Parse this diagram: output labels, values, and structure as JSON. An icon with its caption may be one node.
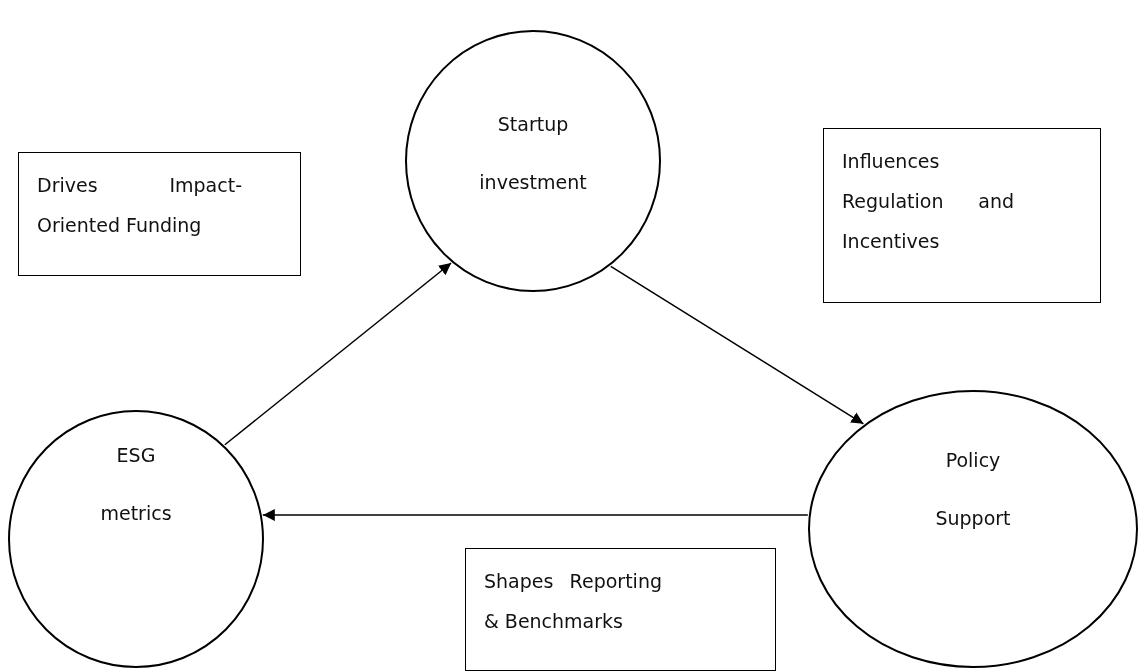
{
  "diagram": {
    "nodes": [
      {
        "text": [
          "Startup investment"
        ]
      },
      {
        "text": [
          "Drives Impact-Oriented Funding"
        ]
      },
      {
        "text": [
          "Influences Regulation and Incentives"
        ]
      },
      {
        "text": [
          "ESG metrics"
        ]
      },
      {
        "text": [
          "Policy Support"
        ]
      },
      {
        "text": [
          "Shapes Reporting & Benchmarks"
        ]
      }
    ],
    "edges": [
      {
        "from": 3,
        "to": 0,
        "arrow": "to"
      },
      {
        "from": 0,
        "to": 4,
        "arrow": "to"
      },
      {
        "from": 4,
        "to": 3,
        "arrow": "to"
      }
    ]
  }
}
